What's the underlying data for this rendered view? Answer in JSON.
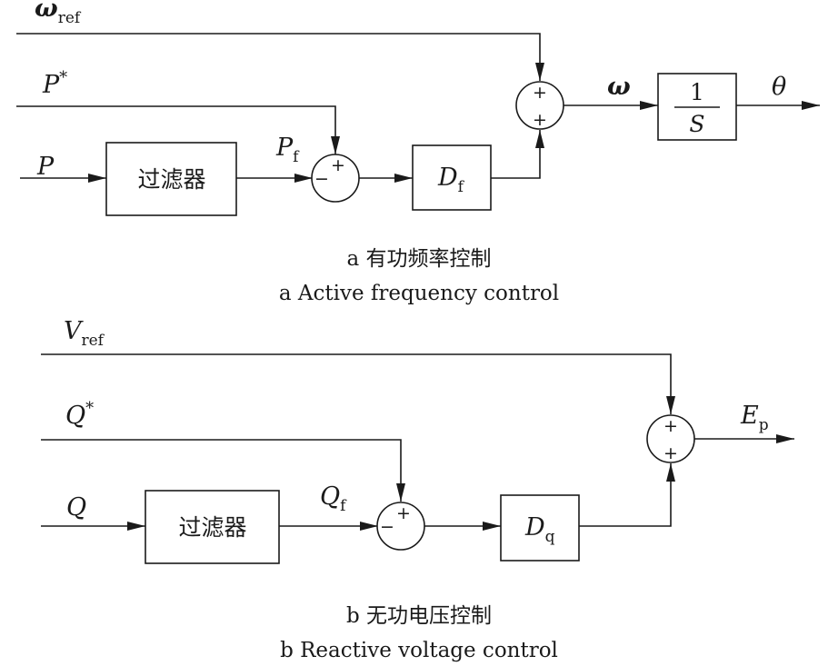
{
  "diagram_a": {
    "inputs": {
      "omega_ref": {
        "symbol": "ω",
        "subscript": "ref"
      },
      "p_star": {
        "symbol": "P",
        "superscript": "*"
      },
      "p": {
        "symbol": "P"
      }
    },
    "filter_label": "过滤器",
    "pf": {
      "symbol": "P",
      "subscript": "f"
    },
    "junction1_signs": {
      "top": "+",
      "left": "−"
    },
    "gain": {
      "symbol": "D",
      "subscript": "f"
    },
    "junction2_signs": {
      "top": "+",
      "bottom": "+"
    },
    "omega": "ω",
    "integrator": {
      "numerator": "1",
      "denominator": "S"
    },
    "output": "θ",
    "caption_cn": "a  有功频率控制",
    "caption_en": "a  Active frequency control"
  },
  "diagram_b": {
    "inputs": {
      "v_ref": {
        "symbol": "V",
        "subscript": "ref"
      },
      "q_star": {
        "symbol": "Q",
        "superscript": "*"
      },
      "q": {
        "symbol": "Q"
      }
    },
    "filter_label": "过滤器",
    "qf": {
      "symbol": "Q",
      "subscript": "f"
    },
    "junction1_signs": {
      "top": "+",
      "left": "−"
    },
    "gain": {
      "symbol": "D",
      "subscript": "q"
    },
    "junction2_signs": {
      "top": "+",
      "bottom": "+"
    },
    "output": {
      "symbol": "E",
      "subscript": "p"
    },
    "caption_cn": "b  无功电压控制",
    "caption_en": "b  Reactive voltage control"
  }
}
